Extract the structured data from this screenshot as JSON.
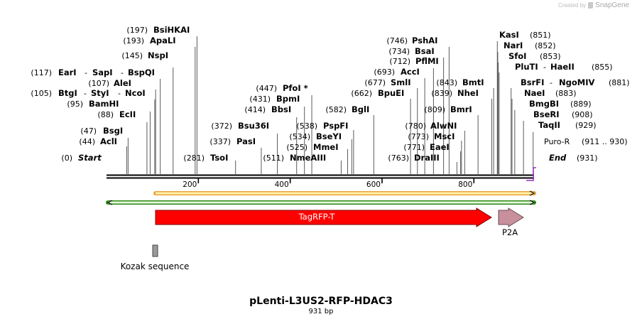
{
  "credit": {
    "prefix": "Created by",
    "brand": "SnapGene"
  },
  "sequence": {
    "name": "pLenti-L3US2-RFP-HDAC3",
    "length_label": "931 bp",
    "length": 931
  },
  "ruler": {
    "ticks": [
      "200",
      "400",
      "600",
      "800"
    ]
  },
  "labels": [
    {
      "text": "(197)",
      "kind": "pos"
    },
    {
      "text": "BsiHKAI",
      "kind": "name"
    },
    {
      "text": "(193)",
      "kind": "pos"
    },
    {
      "text": "ApaLI",
      "kind": "name"
    },
    {
      "text": "(145)",
      "kind": "pos"
    },
    {
      "text": "NspI",
      "kind": "name"
    },
    {
      "text": "(117)",
      "kind": "pos"
    },
    {
      "text": "EarI",
      "kind": "name"
    },
    {
      "text": "-",
      "kind": "pos"
    },
    {
      "text": "SapI",
      "kind": "name"
    },
    {
      "text": "-",
      "kind": "pos"
    },
    {
      "text": "BspQI",
      "kind": "name"
    },
    {
      "text": "(107)",
      "kind": "pos"
    },
    {
      "text": "AleI",
      "kind": "name"
    },
    {
      "text": "(105)",
      "kind": "pos"
    },
    {
      "text": "BtgI",
      "kind": "name"
    },
    {
      "text": "-",
      "kind": "pos"
    },
    {
      "text": "StyI",
      "kind": "name"
    },
    {
      "text": "-",
      "kind": "pos"
    },
    {
      "text": "NcoI",
      "kind": "name"
    },
    {
      "text": "(95)",
      "kind": "pos"
    },
    {
      "text": "BamHI",
      "kind": "name"
    },
    {
      "text": "(88)",
      "kind": "pos"
    },
    {
      "text": "EcII",
      "kind": "name"
    },
    {
      "text": "(47)",
      "kind": "pos"
    },
    {
      "text": "BsgI",
      "kind": "name"
    },
    {
      "text": "(44)",
      "kind": "pos"
    },
    {
      "text": "AclI",
      "kind": "name"
    },
    {
      "text": "(0)",
      "kind": "pos"
    },
    {
      "text": "Start",
      "kind": "end"
    },
    {
      "text": "(372)",
      "kind": "pos"
    },
    {
      "text": "Bsu36I",
      "kind": "name"
    },
    {
      "text": "(337)",
      "kind": "pos"
    },
    {
      "text": "PasI",
      "kind": "name"
    },
    {
      "text": "(281)",
      "kind": "pos"
    },
    {
      "text": "TsoI",
      "kind": "name"
    },
    {
      "text": "(447)",
      "kind": "pos"
    },
    {
      "text": "PfoI *",
      "kind": "name"
    },
    {
      "text": "(431)",
      "kind": "pos"
    },
    {
      "text": "BpmI",
      "kind": "name"
    },
    {
      "text": "(414)",
      "kind": "pos"
    },
    {
      "text": "BbsI",
      "kind": "name"
    },
    {
      "text": "(511)",
      "kind": "pos"
    },
    {
      "text": "NmeAIII",
      "kind": "name"
    },
    {
      "text": "(582)",
      "kind": "pos"
    },
    {
      "text": "BglI",
      "kind": "name"
    },
    {
      "text": "(538)",
      "kind": "pos"
    },
    {
      "text": "PspFI",
      "kind": "name"
    },
    {
      "text": "(534)",
      "kind": "pos"
    },
    {
      "text": "BseYI",
      "kind": "name"
    },
    {
      "text": "(525)",
      "kind": "pos"
    },
    {
      "text": "MmeI",
      "kind": "name"
    },
    {
      "text": "(746)",
      "kind": "pos"
    },
    {
      "text": "PshAI",
      "kind": "name"
    },
    {
      "text": "(734)",
      "kind": "pos"
    },
    {
      "text": "BsaI",
      "kind": "name"
    },
    {
      "text": "(712)",
      "kind": "pos"
    },
    {
      "text": "PflMI",
      "kind": "name"
    },
    {
      "text": "(693)",
      "kind": "pos"
    },
    {
      "text": "AccI",
      "kind": "name"
    },
    {
      "text": "(677)",
      "kind": "pos"
    },
    {
      "text": "SmlI",
      "kind": "name"
    },
    {
      "text": "(662)",
      "kind": "pos"
    },
    {
      "text": "BpuEI",
      "kind": "name"
    },
    {
      "text": "(780)",
      "kind": "pos"
    },
    {
      "text": "AlwNI",
      "kind": "name"
    },
    {
      "text": "(773)",
      "kind": "pos"
    },
    {
      "text": "MscI",
      "kind": "name"
    },
    {
      "text": "(771)",
      "kind": "pos"
    },
    {
      "text": "EaeI",
      "kind": "name"
    },
    {
      "text": "(763)",
      "kind": "pos"
    },
    {
      "text": "DraIII",
      "kind": "name"
    },
    {
      "text": "(843)",
      "kind": "pos"
    },
    {
      "text": "BmtI",
      "kind": "name"
    },
    {
      "text": "(839)",
      "kind": "pos"
    },
    {
      "text": "NheI",
      "kind": "name"
    },
    {
      "text": "(809)",
      "kind": "pos"
    },
    {
      "text": "BmrI",
      "kind": "name"
    },
    {
      "text": "KasI",
      "kind": "name"
    },
    {
      "text": "(851)",
      "kind": "pos"
    },
    {
      "text": "NarI",
      "kind": "name"
    },
    {
      "text": "(852)",
      "kind": "pos"
    },
    {
      "text": "SfoI",
      "kind": "name"
    },
    {
      "text": "(853)",
      "kind": "pos"
    },
    {
      "text": "PluTI",
      "kind": "name"
    },
    {
      "text": "-",
      "kind": "pos"
    },
    {
      "text": "HaeII",
      "kind": "name"
    },
    {
      "text": "(855)",
      "kind": "pos"
    },
    {
      "text": "BsrFI",
      "kind": "name"
    },
    {
      "text": "-",
      "kind": "pos"
    },
    {
      "text": "NgoMIV",
      "kind": "name"
    },
    {
      "text": "(881)",
      "kind": "pos"
    },
    {
      "text": "NaeI",
      "kind": "name"
    },
    {
      "text": "(883)",
      "kind": "pos"
    },
    {
      "text": "BmgBI",
      "kind": "name"
    },
    {
      "text": "(889)",
      "kind": "pos"
    },
    {
      "text": "BseRI",
      "kind": "name"
    },
    {
      "text": "(908)",
      "kind": "pos"
    },
    {
      "text": "TaqII",
      "kind": "name"
    },
    {
      "text": "(929)",
      "kind": "pos"
    },
    {
      "text": "Puro-R",
      "kind": "primer"
    },
    {
      "text": "(911 .. 930)",
      "kind": "primer"
    },
    {
      "text": "End",
      "kind": "end"
    },
    {
      "text": "(931)",
      "kind": "pos"
    }
  ],
  "cut_sites": [
    44,
    47,
    88,
    95,
    105,
    107,
    117,
    145,
    193,
    197,
    281,
    337,
    372,
    414,
    431,
    447,
    511,
    525,
    534,
    538,
    582,
    662,
    677,
    693,
    712,
    734,
    746,
    763,
    771,
    773,
    780,
    809,
    839,
    843,
    851,
    852,
    853,
    855,
    881,
    883,
    889,
    908,
    929
  ],
  "features": [
    {
      "name": "TagRFP-T",
      "type": "arrow",
      "color": "#ff0000",
      "start": 110,
      "end": 838
    },
    {
      "name": "P2A",
      "type": "arrow",
      "color": "#c8909c",
      "start": 857,
      "end": 913
    },
    {
      "name": "Kozak sequence",
      "type": "box",
      "color": "#9a9a9a",
      "start": 100,
      "end": 110
    }
  ],
  "ranges": [
    {
      "color": "#e8a33d",
      "fill": "#fff2a8",
      "start": 110,
      "end": 931
    },
    {
      "color": "#2a8a10",
      "fill": "#e8f6e0",
      "start": 1,
      "end": 931
    }
  ],
  "primer": {
    "name": "Puro-R",
    "color": "#9b30c8",
    "start": 911,
    "end": 930
  }
}
